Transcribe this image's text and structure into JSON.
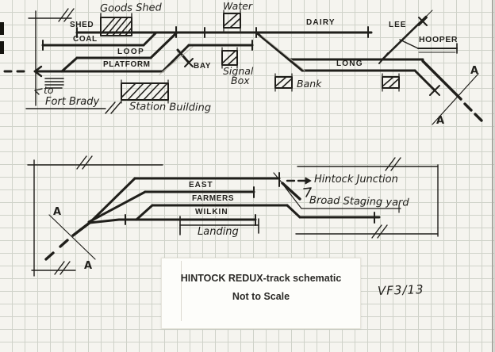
{
  "title": {
    "line1": "HINTOCK REDUX-track schematic",
    "line2": "Not to Scale"
  },
  "signature": "VF3/13",
  "upper_diagram": {
    "labels": {
      "goods_shed": "Goods Shed",
      "shed": "SHED",
      "coal": "COAL",
      "water": "Water",
      "dairy": "DAIRY",
      "lee": "LEE",
      "hooper": "HOOPER",
      "loop": "LOOP",
      "platform": "PLATFORM",
      "bay": "BAY",
      "signal_line1": "Signal",
      "signal_line2": "Box",
      "long": "LONG",
      "bank": "Bank",
      "to_label": "to",
      "fort_brady": "Fort Brady",
      "station_building": "Station Building",
      "section_a_top": "A",
      "section_a_bottom": "A"
    }
  },
  "lower_diagram": {
    "labels": {
      "east": "EAST",
      "farmers": "FARMERS",
      "wilkin": "WILKIN",
      "landing": "Landing",
      "hintock_junction": "Hintock Junction",
      "broad_staging_yard": "Broad Staging yard",
      "section_a_top": "A",
      "section_a_bottom": "A"
    }
  },
  "icons": {
    "west_arrow": "left-pointing track continuation arrow",
    "east_arrow": "right-pointing arrow to Hintock Junction",
    "buffer_x": "X buffer-stop mark",
    "break_slashes": "// break mark on border lines"
  },
  "colors": {
    "ink": "#201f1b",
    "paper": "#f5f4ef",
    "grid": "#cfd2c9",
    "label_paper": "#fdfdfa"
  }
}
